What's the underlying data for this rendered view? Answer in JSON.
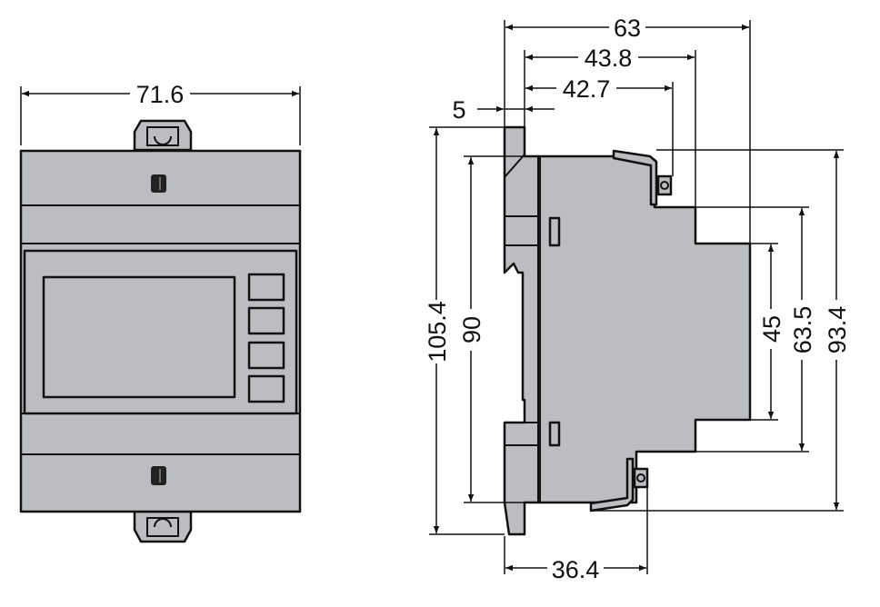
{
  "title": "Meter dimensional drawing (mm)",
  "colors": {
    "body": "#bcbdc0",
    "line": "#111111"
  },
  "front_view": {
    "width": "71.6"
  },
  "side_view": {
    "depth_total": "63",
    "depth_body": "43.8",
    "depth_terminal": "42.7",
    "clip_offset": "5",
    "height_clip": "105.4",
    "height_body": "90",
    "height_front": "45",
    "height_step": "63.5",
    "height_terminals": "93.4",
    "terminal_pitch": "36.4"
  }
}
